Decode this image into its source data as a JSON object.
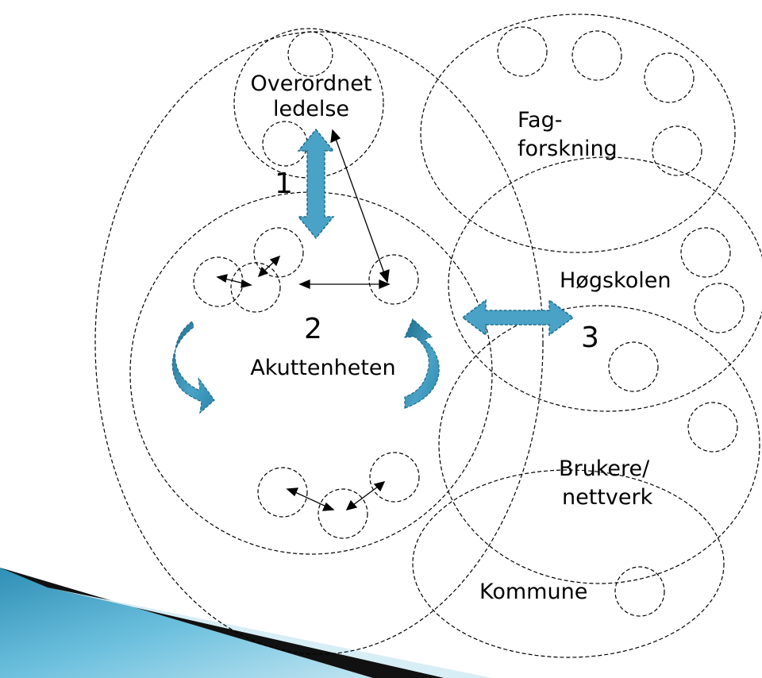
{
  "labels": {
    "overordnet_line1": "Overordnet",
    "overordnet_line2": "ledelse",
    "fag_line1": "Fag-",
    "fag_line2": "forskning",
    "hogskolen": "Høgskolen",
    "brukere_line1": "Brukere/",
    "brukere_line2": "nettverk",
    "kommune": "Kommune",
    "akuttenheten": "Akuttenheten",
    "num1": "1",
    "num2": "2",
    "num3": "3"
  },
  "colors": {
    "arrow_fill": "#4aa3c6",
    "arrow_dark": "#1f6f8f",
    "outline": "#000000",
    "corner_band_light": "#5fb5d6",
    "corner_band_dark": "#101010"
  }
}
